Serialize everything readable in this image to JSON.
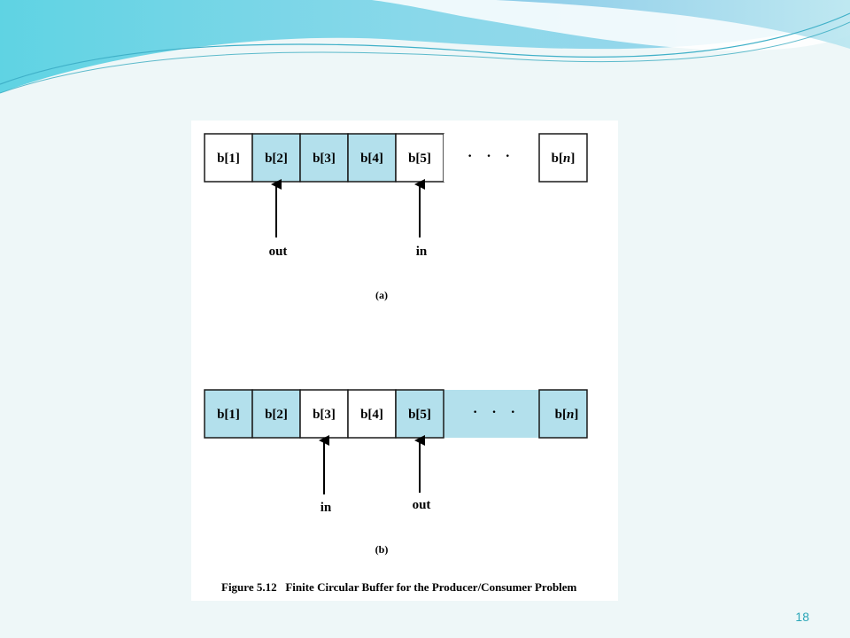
{
  "colors": {
    "filled": "#b3e0ec",
    "empty": "#ffffff",
    "border": "#1a1a1a",
    "accent": "#2aa6b8"
  },
  "figure": {
    "panels": [
      {
        "id": "a",
        "sublabel": "(a)",
        "cells": [
          {
            "text": "b[1]",
            "filled": false
          },
          {
            "text": "b[2]",
            "filled": true
          },
          {
            "text": "b[3]",
            "filled": true
          },
          {
            "text": "b[4]",
            "filled": true
          },
          {
            "text": "b[5]",
            "filled": false
          }
        ],
        "ellipsis": "· · ·",
        "ellipsis_filled": false,
        "last_cell": {
          "prefix": "b[",
          "italic": "n",
          "suffix": "]",
          "filled": false
        },
        "pointers": [
          {
            "label": "out",
            "cell_index": 1
          },
          {
            "label": "in",
            "cell_index": 4
          }
        ]
      },
      {
        "id": "b",
        "sublabel": "(b)",
        "cells": [
          {
            "text": "b[1]",
            "filled": true
          },
          {
            "text": "b[2]",
            "filled": true
          },
          {
            "text": "b[3]",
            "filled": false
          },
          {
            "text": "b[4]",
            "filled": false
          },
          {
            "text": "b[5]",
            "filled": true
          }
        ],
        "ellipsis": "· · ·",
        "ellipsis_filled": true,
        "last_cell": {
          "prefix": "b[",
          "italic": "n",
          "suffix": "]",
          "filled": true
        },
        "pointers": [
          {
            "label": "in",
            "cell_index": 2
          },
          {
            "label": "out",
            "cell_index": 4
          }
        ]
      }
    ],
    "caption": "Figure 5.12   Finite Circular Buffer for the Producer/Consumer Problem"
  },
  "slide_number": "18"
}
